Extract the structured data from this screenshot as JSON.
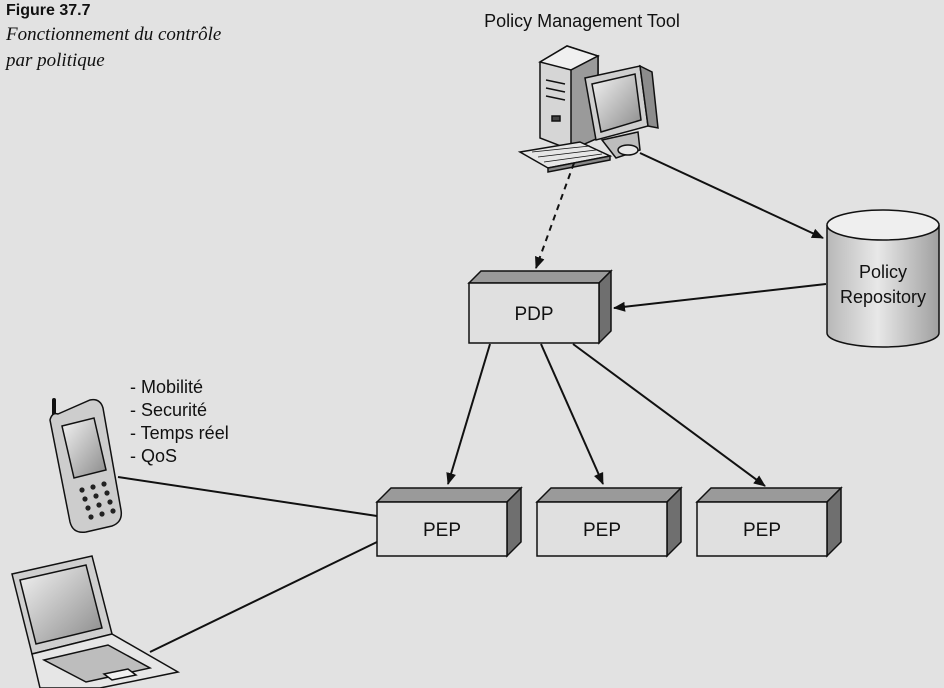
{
  "figure": {
    "label": "Figure 37.7",
    "caption_line1": "Fonctionnement du contrôle",
    "caption_line2": "par politique"
  },
  "nodes": {
    "tool": {
      "label": "Policy Management Tool",
      "icon": "desktop-computer-icon"
    },
    "repository": {
      "label_line1": "Policy",
      "label_line2": "Repository",
      "icon": "database-cylinder-icon"
    },
    "pdp": {
      "label": "PDP"
    },
    "peps": [
      {
        "label": "PEP"
      },
      {
        "label": "PEP"
      },
      {
        "label": "PEP"
      }
    ],
    "mobile": {
      "icon": "mobile-phone-icon"
    },
    "laptop": {
      "icon": "laptop-icon"
    }
  },
  "features": [
    "- Mobilité",
    "- Securité",
    "- Temps réel",
    "- QoS"
  ],
  "colors": {
    "background": "#e2e2e2",
    "box_front": "#e0e0e0",
    "box_top": "#9a9a9a",
    "box_side": "#6f6f6f"
  }
}
